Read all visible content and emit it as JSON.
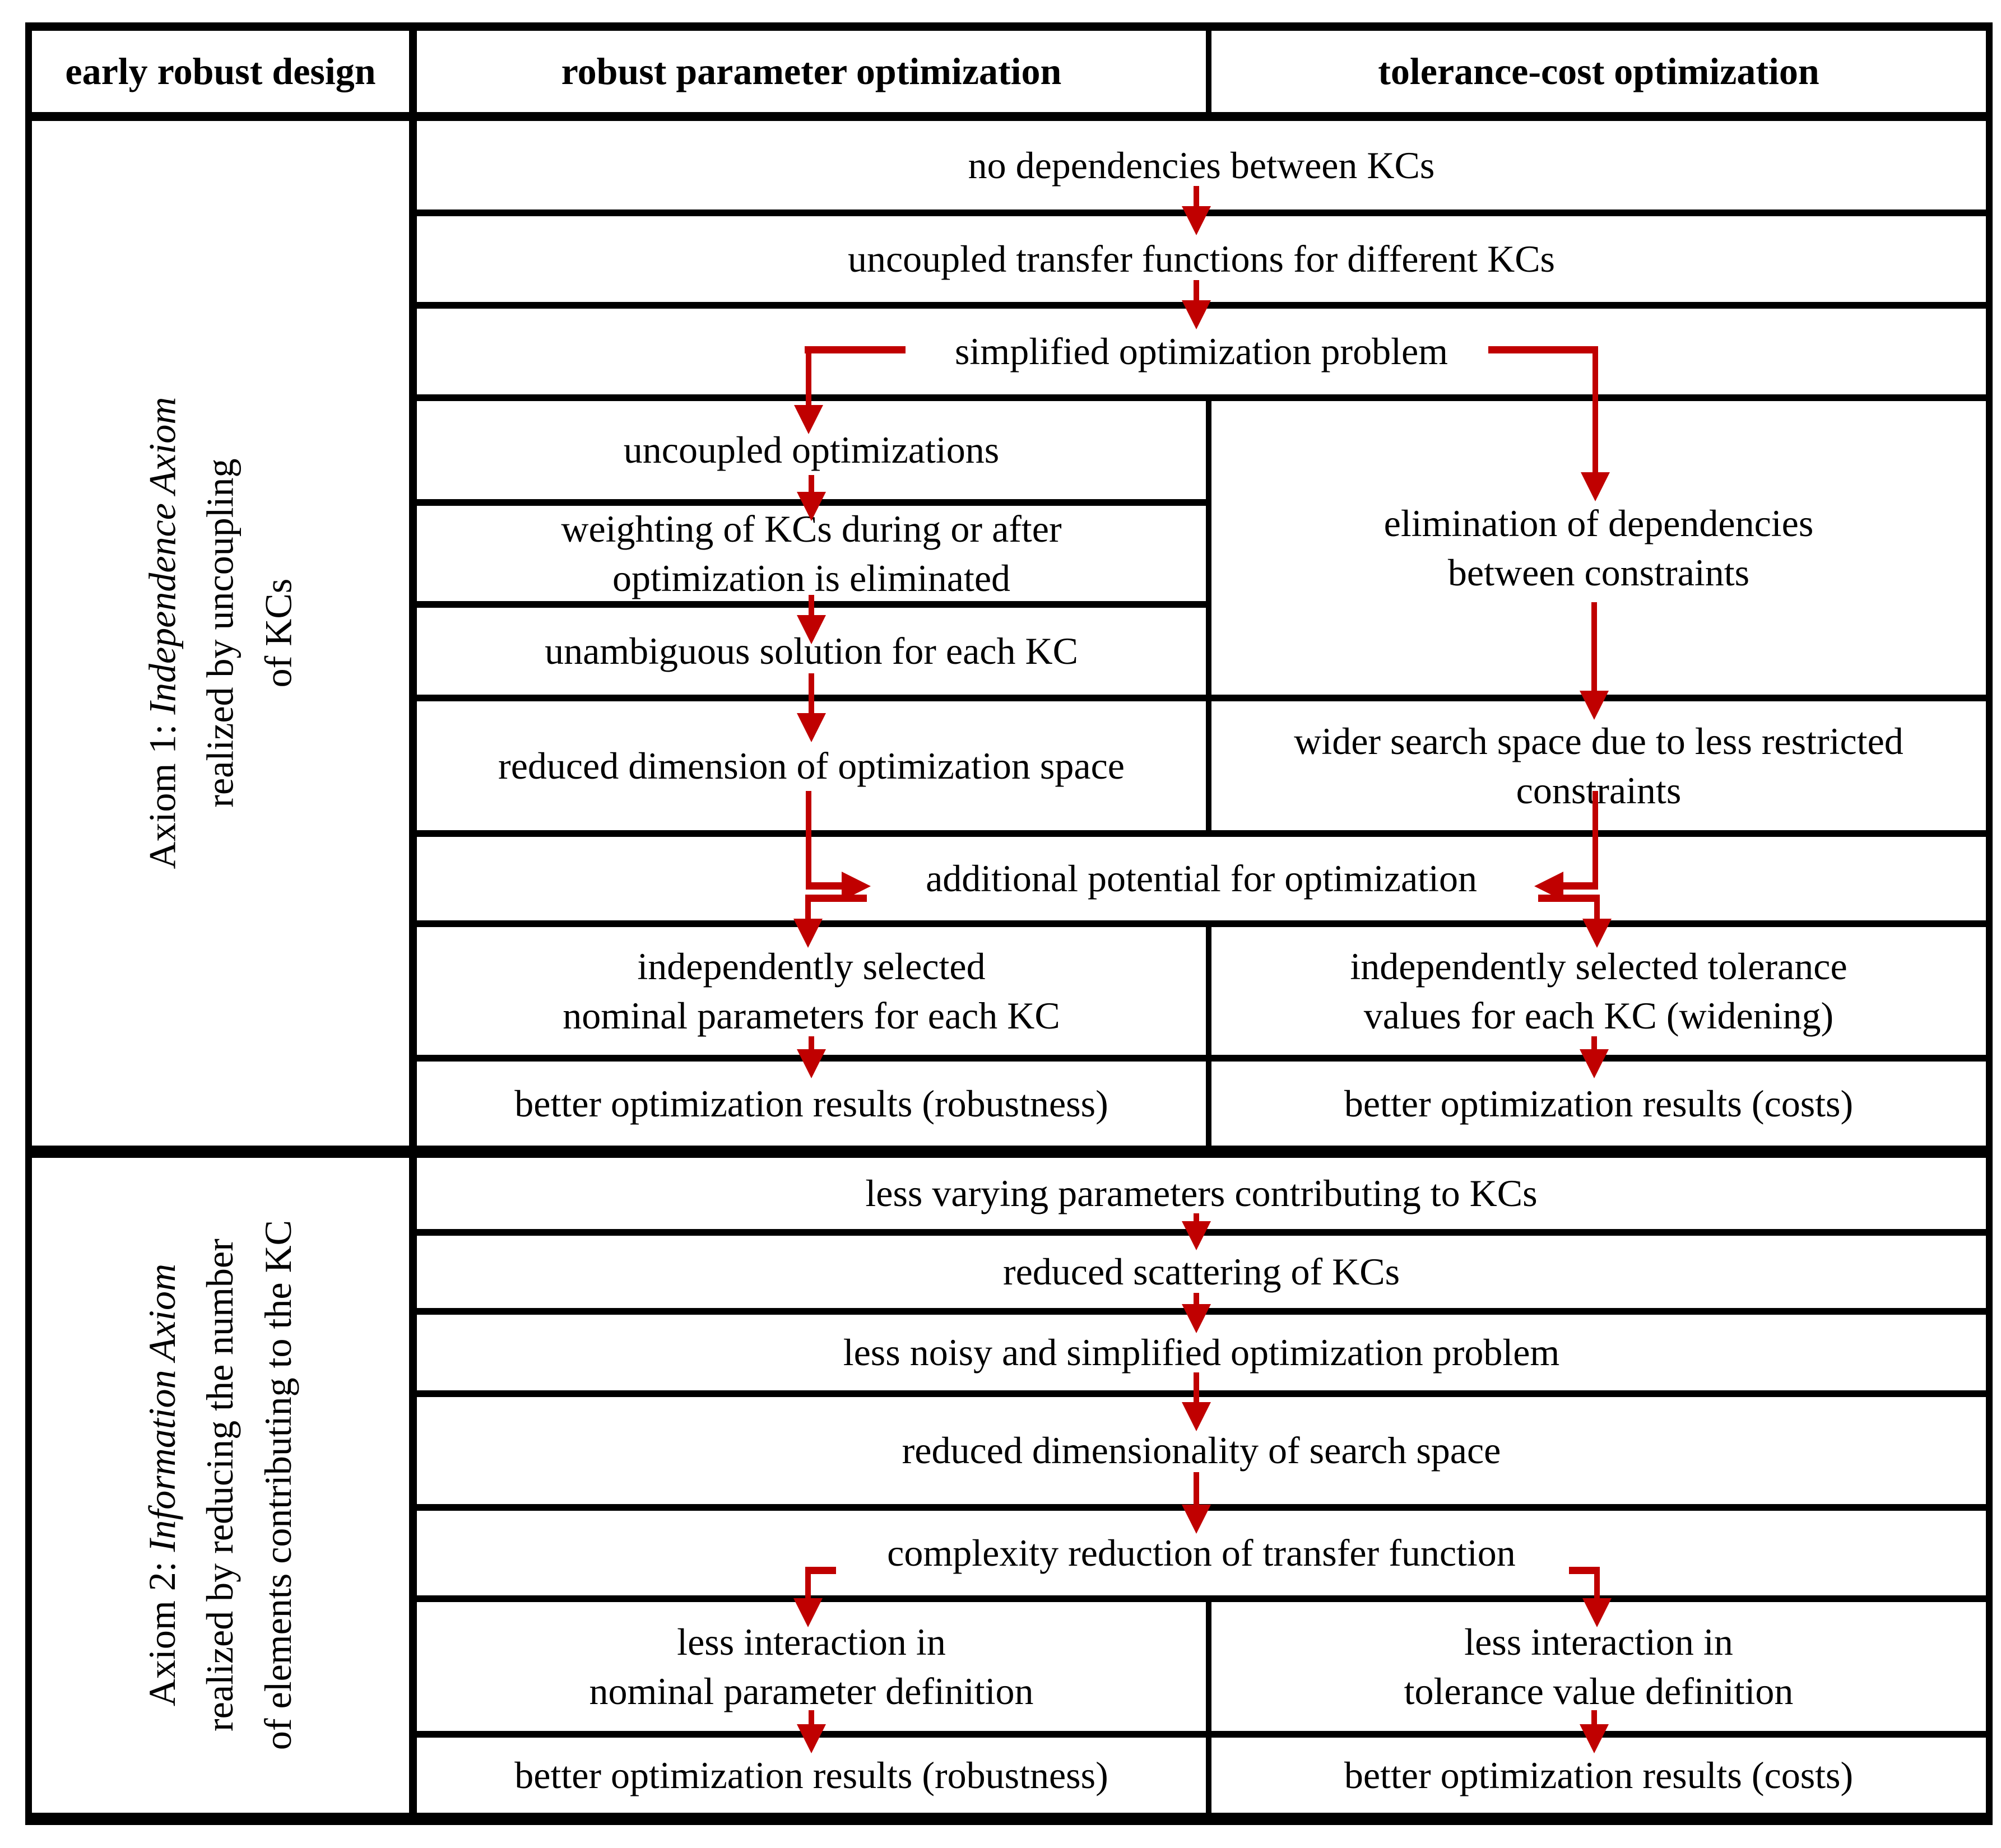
{
  "colors": {
    "arrow": "#c00000",
    "border": "#000000",
    "background": "#ffffff",
    "text": "#000000"
  },
  "header": {
    "label_col": "early robust design",
    "left_col": "robust parameter optimization",
    "right_col": "tolerance-cost optimization"
  },
  "axiom1": {
    "label": {
      "prefix": "Axiom 1: ",
      "italic": "Independence Axiom",
      "line2": "realized by uncoupling",
      "line3": "of KCs"
    },
    "shared": {
      "no_dependencies": "no dependencies between KCs",
      "uncoupled_transfer": "uncoupled transfer functions for different KCs",
      "simplified_problem": "simplified optimization problem",
      "additional_potential": "additional potential for optimization"
    },
    "left": {
      "uncoupled_optimizations": "uncoupled optimizations",
      "weighting": "weighting of KCs during or after\noptimization is eliminated",
      "unambiguous": "unambiguous solution for each KC",
      "reduced_dimension": "reduced dimension of optimization space",
      "independently_selected": "independently selected\nnominal parameters for each KC",
      "better_results": "better optimization results (robustness)"
    },
    "right": {
      "elimination": "elimination of dependencies\nbetween constraints",
      "wider_search": "wider search space due to less restricted\nconstraints",
      "independently_selected": "independently selected tolerance\nvalues for each KC (widening)",
      "better_results": "better optimization results (costs)"
    }
  },
  "axiom2": {
    "label": {
      "prefix": "Axiom 2: ",
      "italic": "Information Axiom",
      "line2": "realized by reducing the number",
      "line3": "of elements contributing to the KC"
    },
    "shared": {
      "less_varying": "less varying parameters contributing to KCs",
      "reduced_scattering": "reduced scattering of KCs",
      "less_noisy": "less noisy and simplified optimization problem",
      "reduced_dimensionality": "reduced dimensionality of search space",
      "complexity_reduction": "complexity reduction of transfer function"
    },
    "left": {
      "less_interaction": "less interaction in\nnominal parameter definition",
      "better_results": "better optimization results (robustness)"
    },
    "right": {
      "less_interaction": "less interaction in\ntolerance value definition",
      "better_results": "better optimization results (costs)"
    }
  }
}
